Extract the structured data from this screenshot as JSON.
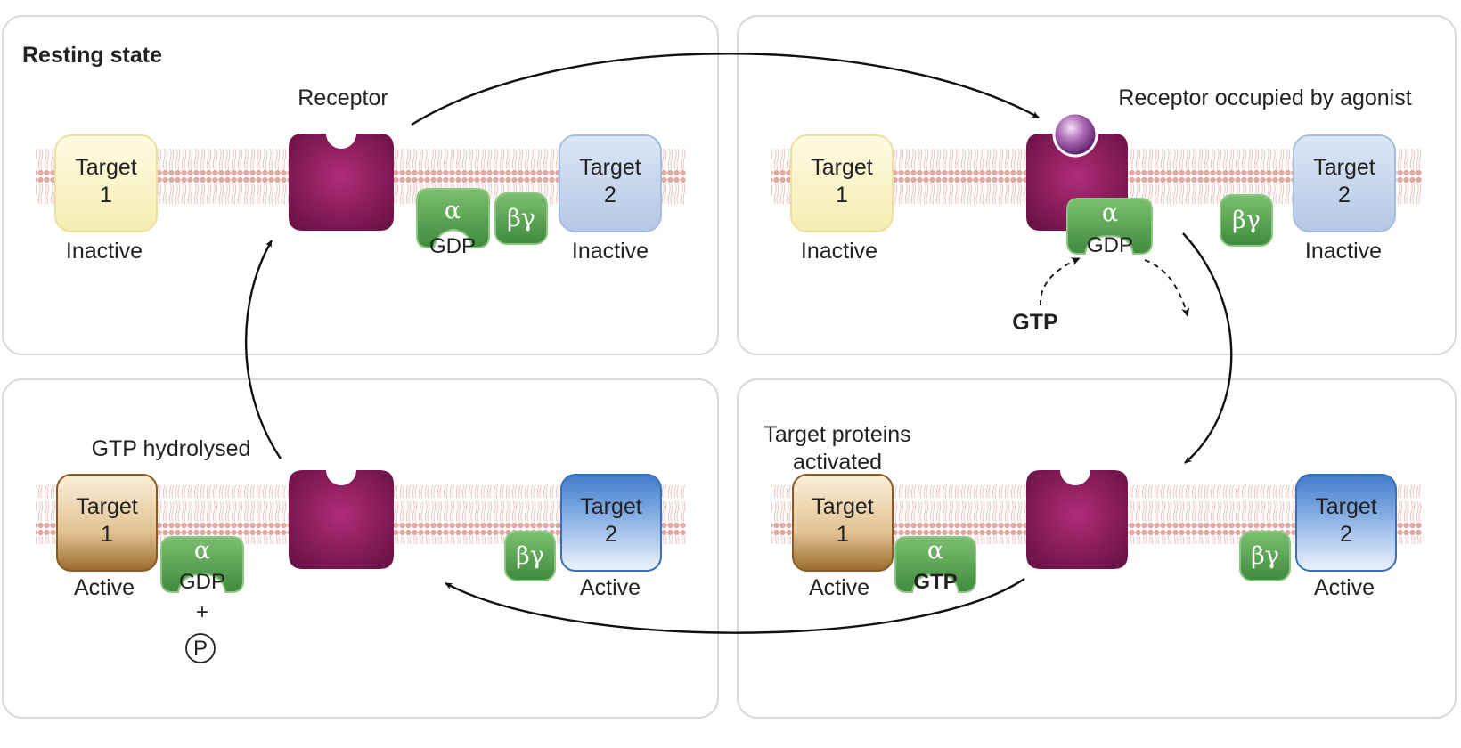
{
  "panels": {
    "resting": {
      "title": "Resting state",
      "receptor_label": "Receptor",
      "target1": {
        "name": "Target",
        "num": "1",
        "status": "Inactive"
      },
      "target2": {
        "name": "Target",
        "num": "2",
        "status": "Inactive"
      },
      "alpha": {
        "symbol": "α",
        "nucleotide": "GDP"
      },
      "betagamma": "βγ"
    },
    "occupied": {
      "receptor_label": "Receptor occupied by agonist",
      "target1": {
        "name": "Target",
        "num": "1",
        "status": "Inactive"
      },
      "target2": {
        "name": "Target",
        "num": "2",
        "status": "Inactive"
      },
      "alpha": {
        "symbol": "α",
        "nucleotide": "GDP"
      },
      "betagamma": "βγ",
      "incoming": "GTP"
    },
    "hydrolysed": {
      "label": "GTP hydrolysed",
      "target1": {
        "name": "Target",
        "num": "1",
        "status": "Active"
      },
      "target2": {
        "name": "Target",
        "num": "2",
        "status": "Active"
      },
      "alpha": {
        "symbol": "α",
        "nucleotide": "GDP"
      },
      "betagamma": "βγ",
      "plus": "+",
      "phosphate": "P"
    },
    "activated": {
      "label_line1": "Target proteins",
      "label_line2": "activated",
      "target1": {
        "name": "Target",
        "num": "1",
        "status": "Active"
      },
      "target2": {
        "name": "Target",
        "num": "2",
        "status": "Active"
      },
      "alpha": {
        "symbol": "α",
        "nucleotide": "GTP"
      },
      "betagamma": "βγ"
    }
  },
  "colors": {
    "receptor": "#8c1f5e",
    "g_protein": "#5aa050",
    "target1_inactive": "#faf3c4",
    "target2_inactive": "#c4d4ec",
    "target1_active": "#c8a068",
    "target2_active": "#5d8fd4",
    "membrane": "#e2b2ae"
  }
}
